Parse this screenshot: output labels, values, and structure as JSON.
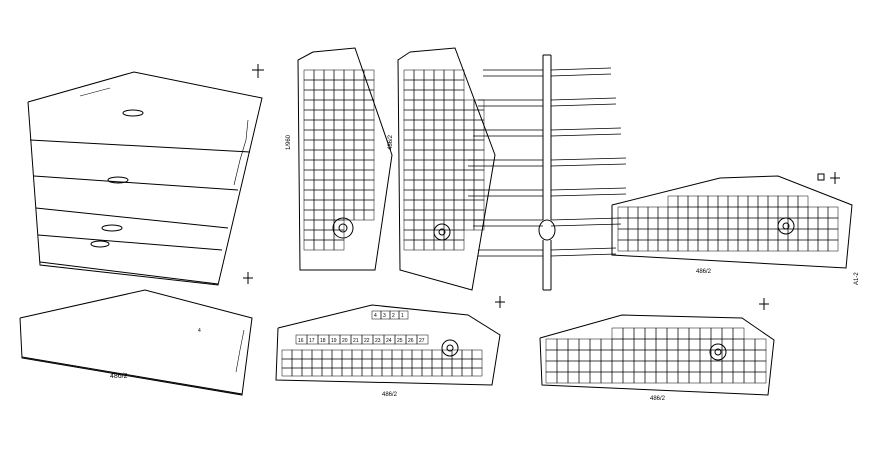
{
  "drawing": {
    "ink_color": "#000000",
    "background": "#ffffff",
    "plot_number_labels": [
      "4",
      "3",
      "2",
      "1",
      "16",
      "17",
      "18",
      "19",
      "20",
      "21",
      "22",
      "23",
      "24",
      "25",
      "26",
      "27"
    ],
    "survey_labels": {
      "survey_no_bottom_left": "486/2",
      "survey_no_bottom_center": "486/2",
      "survey_no_bottom_right": "486/2",
      "survey_no_top_right": "486/2",
      "survey_no_vertical_1": "1/960",
      "survey_no_vertical_2": "486/2",
      "sheet_no": "A1-2"
    },
    "small_number": "4"
  }
}
